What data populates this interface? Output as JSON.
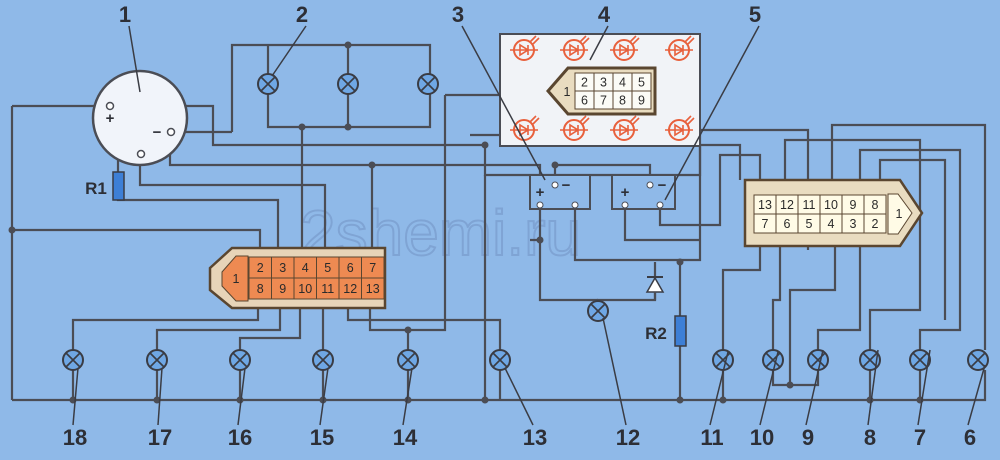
{
  "title": "Wiring diagram of instrument cluster lamps and indicators",
  "watermark": "2shemi.ru",
  "callouts": [
    "1",
    "2",
    "3",
    "4",
    "5",
    "6",
    "7",
    "8",
    "9",
    "10",
    "11",
    "12",
    "13",
    "14",
    "15",
    "16",
    "17",
    "18"
  ],
  "resistors": {
    "r1": "R1",
    "r2": "R2"
  },
  "signs": {
    "plus": "+",
    "minus": "−"
  },
  "connector_left": {
    "pin1": "1",
    "top": [
      "2",
      "3",
      "4",
      "5",
      "6",
      "7"
    ],
    "bottom": [
      "8",
      "9",
      "10",
      "11",
      "12",
      "13"
    ]
  },
  "connector_right": {
    "pin1": "1",
    "top": [
      "13",
      "12",
      "11",
      "10",
      "9",
      "8"
    ],
    "bottom": [
      "7",
      "6",
      "5",
      "4",
      "3",
      "2"
    ]
  },
  "connector_board": {
    "pin1": "1",
    "top": [
      "2",
      "3",
      "4",
      "5"
    ],
    "bottom": [
      "6",
      "7",
      "8",
      "9"
    ]
  },
  "colors": {
    "background": "#8fb9e8",
    "wire": "#4b4d55",
    "left_connector": "#e8824a",
    "right_connector": "#fff8dc",
    "led": "#e8603c"
  }
}
